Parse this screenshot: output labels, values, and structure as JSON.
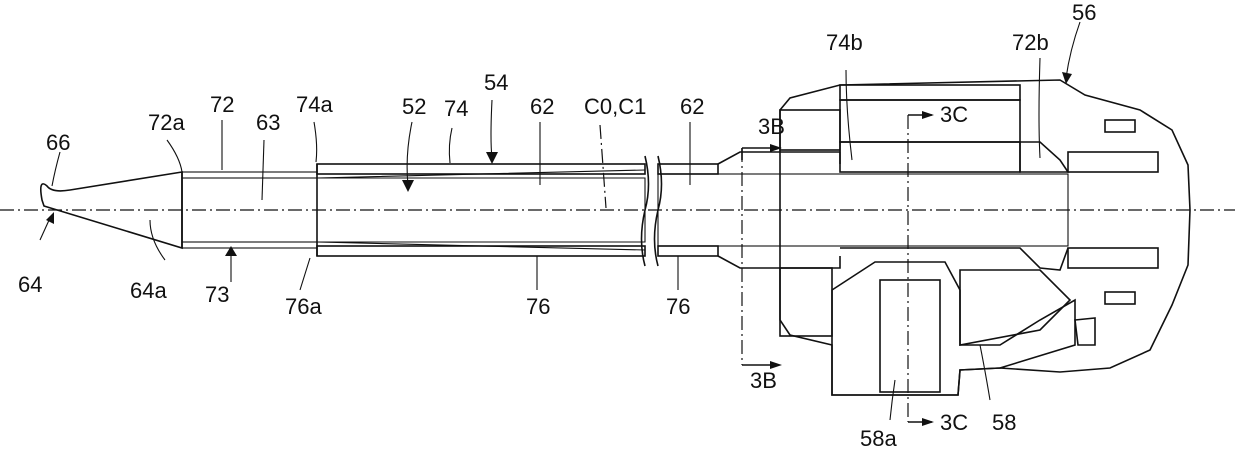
{
  "diagram": {
    "labels": {
      "l66": "66",
      "l64": "64",
      "l64a": "64a",
      "l72a": "72a",
      "l72": "72",
      "l63": "63",
      "l74a": "74a",
      "l52": "52",
      "l74": "74",
      "l54": "54",
      "l62a": "62",
      "lC0C1": "C0,C1",
      "l62b": "62",
      "l3Bt": "3B",
      "l74b": "74b",
      "l3Ct": "3C",
      "l72b": "72b",
      "l56": "56",
      "l73": "73",
      "l76a": "76a",
      "l76b": "76",
      "l76c": "76",
      "l3Bb": "3B",
      "l58a": "58a",
      "l3Cb": "3C",
      "l58": "58"
    }
  }
}
